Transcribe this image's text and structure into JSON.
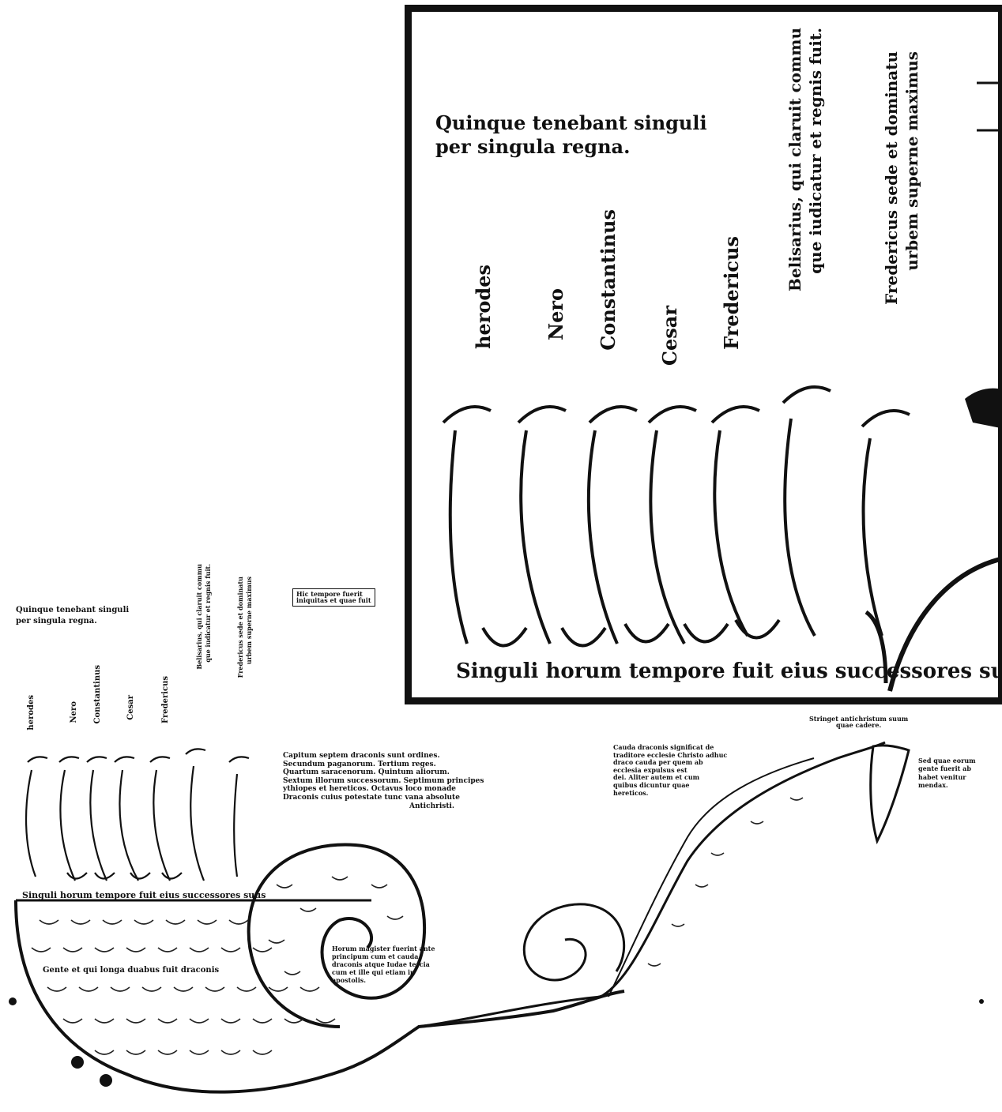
{
  "inset": {
    "heading": [
      "Quinque tenebant singuli",
      "per singula regna."
    ],
    "kings": [
      "herodes",
      "Nero",
      "Constantinus",
      "Cesar",
      "Fredericus"
    ],
    "long_labels": [
      [
        "Belisarius, qui claruit commu",
        "que iudicatur et regnis fuit."
      ],
      [
        "Fredericus sede et dominatu",
        "urbem superne maximus"
      ]
    ],
    "base": "Singuli horum tempore fuit eius successores suus"
  },
  "main": {
    "heading": [
      "Quinque tenebant singuli",
      "per singula regna."
    ],
    "kings": [
      "herodes",
      "Nero",
      "Constantinus",
      "Cesar",
      "Fredericus"
    ],
    "long_labels": [
      [
        "Belisarius, qui claruit commu",
        "que iudicatur et regnis fuit."
      ],
      [
        "Fredericus sede et dominatu",
        "urbem superne maximus"
      ]
    ],
    "base": "Singuli horum tempore fuit eius successores suus",
    "box_note": [
      "Hic tempore fuerit",
      "iniquitas et quae fuit"
    ],
    "center_note": [
      "Capitum septem draconis sunt ordines.",
      "Secundum paganorum. Tertium reges.",
      "Quartum saracenorum. Quintum aliorum.",
      "Sextum illorum successorum. Septimum principes",
      "ythiopes et hereticos. Octavus loco monade",
      "Draconis cuius potestate tunc vana absolute",
      "Antichristi."
    ],
    "right_note": [
      "Cauda draconis significat de",
      "traditore ecclesie Christo adhuc",
      "draco cauda per quem ab",
      "ecclesia expulsus est",
      "dei. Aliter autem et cum",
      "quibus dicuntur quae",
      "hereticos."
    ],
    "top_right_note": [
      "Stringet antichristum suum",
      "quae cadere."
    ],
    "far_right_note": [
      "Sed quae eorum",
      "gente fuerit ab",
      "habet venitur",
      "mendax."
    ],
    "body_note": "Gente et qui longa duabus fuit draconis",
    "coil_note": [
      "Horum magister fuerint ante",
      "principum cum et cauda",
      "draconis atque Iudae tercia",
      "cum et ille qui etiam in",
      "apostolis."
    ]
  }
}
